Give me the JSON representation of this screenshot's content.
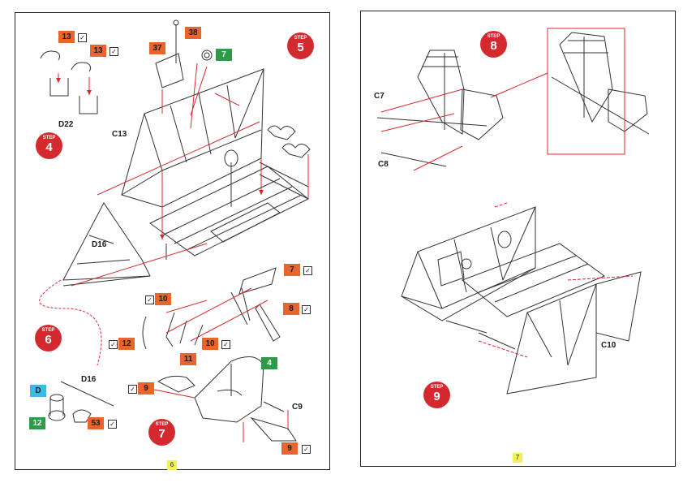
{
  "left_page": {
    "page_number": "6",
    "steps": [
      {
        "word": "STEP",
        "number": "5"
      },
      {
        "word": "STEP",
        "number": "4"
      },
      {
        "word": "STEP",
        "number": "6"
      },
      {
        "word": "STEP",
        "number": "7"
      }
    ],
    "labels": {
      "d22": "D22",
      "c13": "C13",
      "d16a": "D16",
      "d16b": "D16",
      "c9": "C9"
    },
    "tags": {
      "t13a": "13",
      "t13b": "13",
      "t38": "38",
      "t37": "37",
      "t7g": "7",
      "t7": "7",
      "t8": "8",
      "t10a": "10",
      "t12": "12",
      "t10b": "10",
      "t11": "11",
      "t4": "4",
      "t9a": "9",
      "tD": "D",
      "t12g": "12",
      "t53": "53",
      "t9b": "9"
    },
    "check_mark": "✓"
  },
  "right_page": {
    "page_number": "7",
    "steps": [
      {
        "word": "STEP",
        "number": "8"
      },
      {
        "word": "STEP",
        "number": "9"
      }
    ],
    "labels": {
      "c7": "C7",
      "c8": "C8",
      "c10": "C10"
    }
  },
  "colors": {
    "step_red": "#d42a2f",
    "tag_orange": "#e8652b",
    "tag_green": "#2e9a4a",
    "tag_blue": "#3fb8e8",
    "arrow_red": "#d42a2f",
    "page_number_yellow": "#f3f05a"
  }
}
